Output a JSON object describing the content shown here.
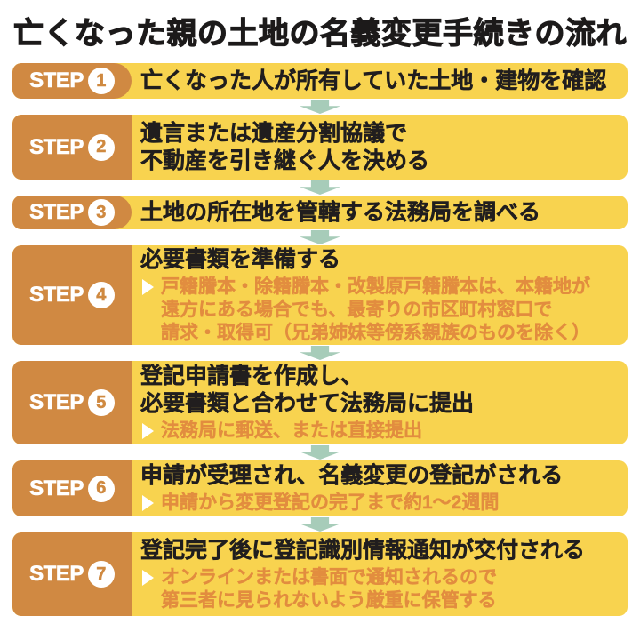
{
  "title": "亡くなった親の土地の名義変更手続きの流れ",
  "step_label": "STEP",
  "colors": {
    "badge_orange": "#d08942",
    "box_yellow": "#f8d34f",
    "note_orange": "#e28d3f",
    "arrow_teal": "#a7ccb9",
    "heading_black": "#211e1e"
  },
  "steps": [
    {
      "num": "1",
      "lines": [
        "亡くなった人が所有していた土地・建物を確認"
      ],
      "note_lines": []
    },
    {
      "num": "2",
      "lines": [
        "遺言または遺産分割協議で",
        "不動産を引き継ぐ人を決める"
      ],
      "note_lines": []
    },
    {
      "num": "3",
      "lines": [
        "土地の所在地を管轄する法務局を調べる"
      ],
      "note_lines": []
    },
    {
      "num": "4",
      "lines": [
        "必要書類を準備する"
      ],
      "note_lines": [
        "戸籍謄本・除籍謄本・改製原戸籍謄本は、本籍地が",
        "遠方にある場合でも、最寄りの市区町村窓口で",
        "請求・取得可（兄弟姉妹等傍系親族のものを除く）"
      ]
    },
    {
      "num": "5",
      "lines": [
        "登記申請書を作成し、",
        "必要書類と合わせて法務局に提出"
      ],
      "note_lines": [
        "法務局に郵送、または直接提出"
      ]
    },
    {
      "num": "6",
      "lines": [
        "申請が受理され、名義変更の登記がされる"
      ],
      "note_lines": [
        "申請から変更登記の完了まで約1～2週間"
      ]
    },
    {
      "num": "7",
      "lines": [
        "登記完了後に登記識別情報通知が交付される"
      ],
      "note_lines": [
        "オンラインまたは書面で通知されるので",
        "第三者に見られないよう厳重に保管する"
      ]
    }
  ]
}
